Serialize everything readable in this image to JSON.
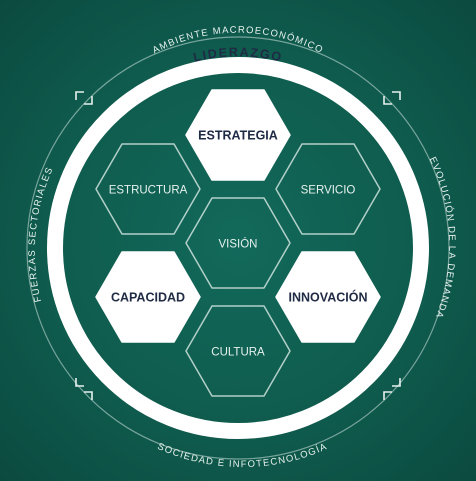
{
  "colors": {
    "background": "#0f5c4e",
    "ring_white": "#ffffff",
    "hex_filled": "#ffffff",
    "hex_outline": "#cfe3de",
    "text_dark": "#1f2a44",
    "text_light": "#e6f1ee"
  },
  "outer_ring": {
    "top": "AMBIENTE MACROECONÓMICO",
    "left": "FUERZAS SECTORIALES",
    "right": "EVOLUCIÓN DE LA DEMANDA",
    "bottom": "SOCIEDAD E INFOTECNOLOGÍA"
  },
  "main_ring": {
    "label": "LIDERAZGO"
  },
  "hexagons": {
    "center": {
      "label": "VISIÓN",
      "filled": false
    },
    "top": {
      "label": "ESTRATEGIA",
      "filled": true
    },
    "upper_left": {
      "label": "ESTRUCTURA",
      "filled": false
    },
    "upper_right": {
      "label": "SERVICIO",
      "filled": false
    },
    "lower_left": {
      "label": "CAPACIDAD",
      "filled": true
    },
    "lower_right": {
      "label": "INNOVACIÓN",
      "filled": true
    },
    "bottom": {
      "label": "CULTURA",
      "filled": false
    }
  }
}
